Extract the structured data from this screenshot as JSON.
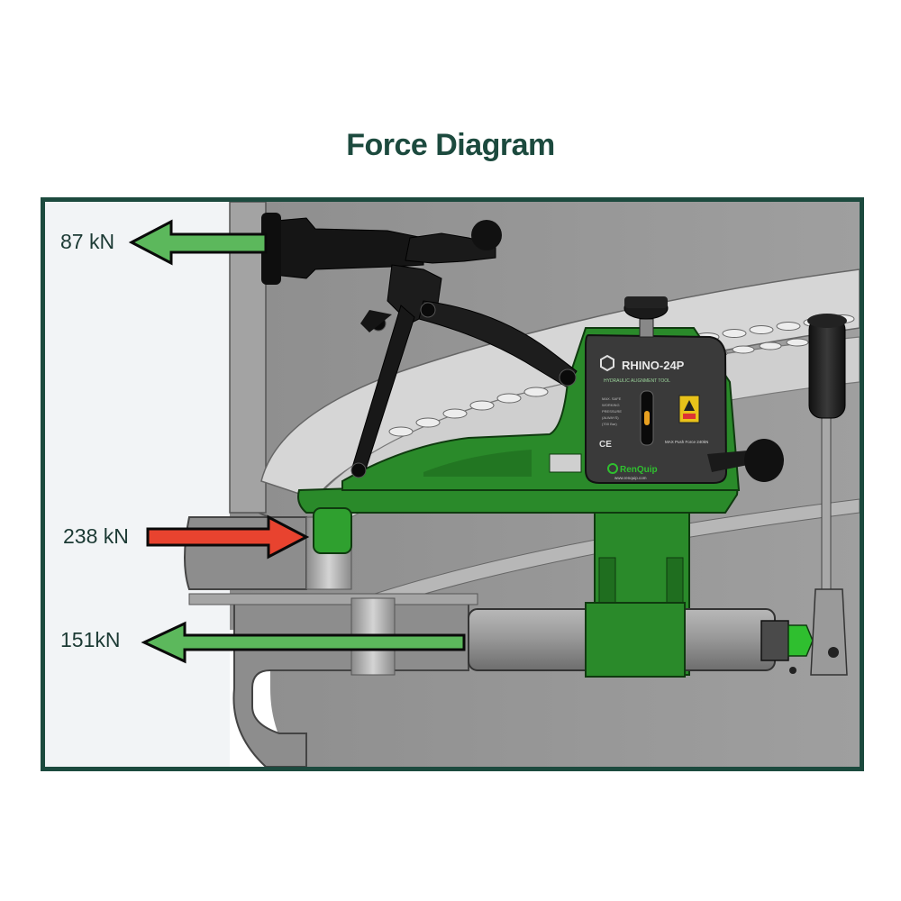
{
  "title": "Force Diagram",
  "forces": [
    {
      "label": "87 kN",
      "direction": "left",
      "color": "#5cb85c"
    },
    {
      "label": "238 kN",
      "direction": "right",
      "color": "#e8432f"
    },
    {
      "label": "151kN",
      "direction": "left",
      "color": "#5cb85c"
    }
  ],
  "tool": {
    "model": "RHINO-24P",
    "subtitle": "HYDRAULIC ALIGNMENT TOOL",
    "brand": "RenQuip",
    "website": "www.renquip.com",
    "max_force": "MAX Push Force 240kN",
    "body_color": "#2a8a2a",
    "panel_color": "#3a3a3a"
  },
  "colors": {
    "frame": "#1c4a3e",
    "steel": "#9a9a9a",
    "steel_dark": "#7d7d7d"
  }
}
